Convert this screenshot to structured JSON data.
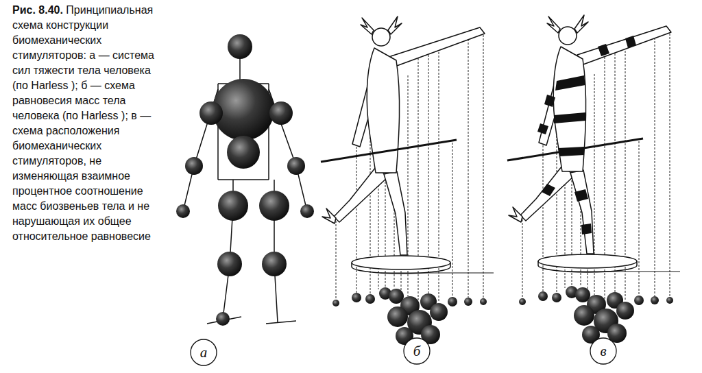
{
  "diagram": {
    "title": "Рис. 8.40.",
    "caption": "Принципиальная схема конструкции биомеханических стимуляторов: а — система сил тяжести тела человека (по Harless ); б — схема равновесия масс тела человека (по Harless ); в — схема расположения биомеханических стимуляторов, не изменяющая взаимное процентное соотношение масс биозвеньев тела и не нарушающая их общее относительное равновесие",
    "nodes": [
      {
        "text": [
          "а"
        ]
      },
      {
        "text": [
          "б"
        ]
      },
      {
        "text": [
          "в"
        ]
      }
    ]
  }
}
